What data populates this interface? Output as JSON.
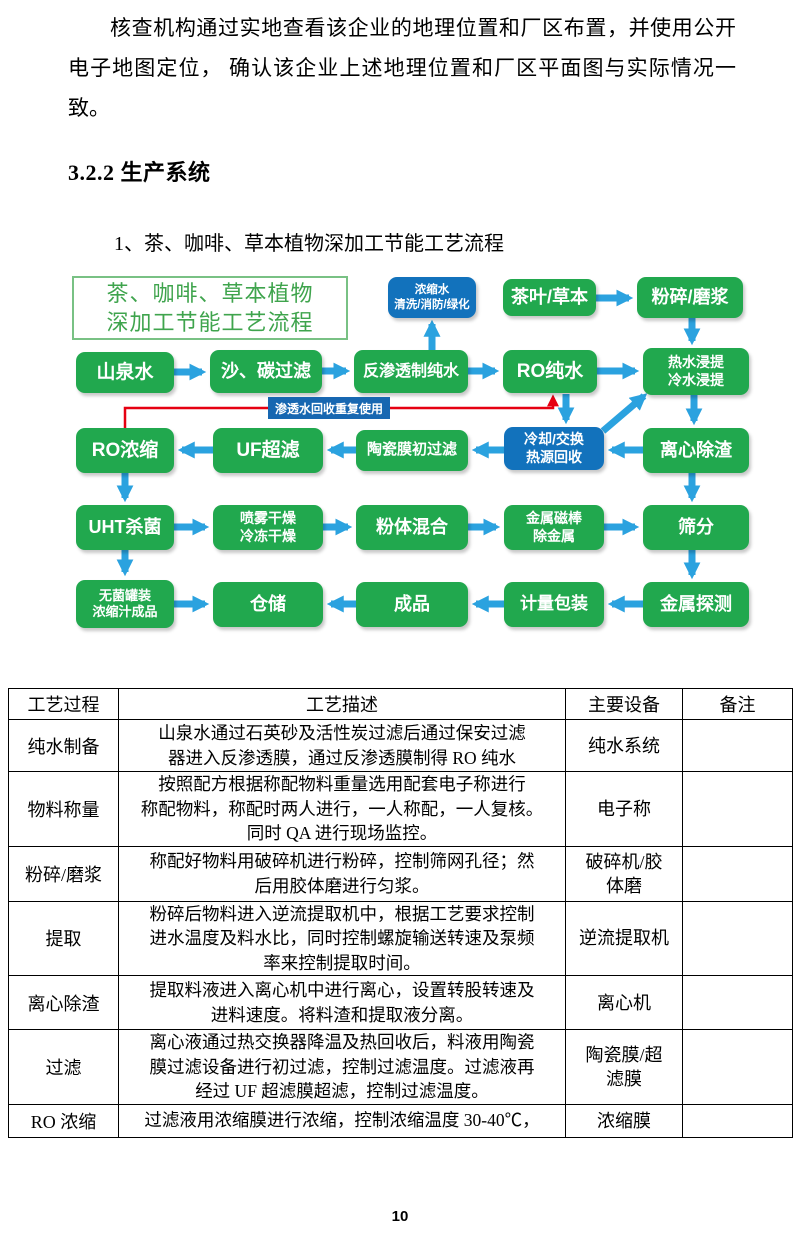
{
  "page": {
    "paragraph": "核查机构通过实地查看该企业的地理位置和厂区布置，并使用公开电子地图定位， 确认该企业上述地理位置和厂区平面图与实际情况一致。",
    "heading": "3.2.2  生产系统",
    "subheading": "1、茶、咖啡、草本植物深加工节能工艺流程",
    "page_number": "10"
  },
  "flowchart": {
    "colors": {
      "box_green": "#21A84E",
      "box_blue": "#1272BC",
      "arrow_blue": "#2BA2DF",
      "recycle_red": "#E60011",
      "title_green": "#3FA44D"
    },
    "recycle_label": "渗透水回收重复使用",
    "nodes": {
      "title": [
        "茶、咖啡、草本植物",
        "深加工节能工艺流程"
      ],
      "concentrate": [
        "浓缩水",
        "清洗/消防/绿化"
      ],
      "tea_herb": "茶叶/草本",
      "crush_top": "粉碎/磨浆",
      "spring": "山泉水",
      "sand_filter": "沙、碳过滤",
      "ro_make": "反渗透制纯水",
      "ro_pure": "RO纯水",
      "hot_extract": [
        "热水浸提",
        "冷水浸提"
      ],
      "ro_conc": "RO浓缩",
      "uf": "UF超滤",
      "ceramic": "陶瓷膜初过滤",
      "cooling": [
        "冷却/交换",
        "热源回收"
      ],
      "centrifuge": "离心除渣",
      "uht": "UHT杀菌",
      "spray_dry": [
        "喷雾干燥",
        "冷冻干燥"
      ],
      "powder_mix": "粉体混合",
      "magnet": [
        "金属磁棒",
        "除金属"
      ],
      "sieve": "筛分",
      "aseptic": [
        "无菌罐装",
        "浓缩汁成品"
      ],
      "storage": "仓储",
      "product": "成品",
      "pack": "计量包装",
      "metal_detect": "金属探测"
    }
  },
  "table": {
    "headers": [
      "工艺过程",
      "工艺描述",
      "主要设备",
      "备注"
    ],
    "rows": [
      {
        "process": "纯水制备",
        "description": [
          "山泉水通过石英砂及活性炭过滤后通过保安过滤",
          "器进入反渗透膜，通过反渗透膜制得 RO 纯水"
        ],
        "equipment": "纯水系统",
        "note": ""
      },
      {
        "process": "物料称量",
        "description": [
          "按照配方根据称配物料重量选用配套电子称进行",
          "称配物料，称配时两人进行，一人称配，一人复核。",
          "同时 QA 进行现场监控。"
        ],
        "equipment": "电子称",
        "note": ""
      },
      {
        "process": "粉碎/磨浆",
        "description": [
          "称配好物料用破碎机进行粉碎，控制筛网孔径；然",
          "后用胶体磨进行匀浆。"
        ],
        "equipment": [
          "破碎机/胶",
          "体磨"
        ],
        "note": ""
      },
      {
        "process": "提取",
        "description": [
          "粉碎后物料进入逆流提取机中，根据工艺要求控制",
          "进水温度及料水比，同时控制螺旋输送转速及泵频",
          "率来控制提取时间。"
        ],
        "equipment": "逆流提取机",
        "note": ""
      },
      {
        "process": "离心除渣",
        "description": [
          "提取料液进入离心机中进行离心，设置转股转速及",
          "进料速度。将料渣和提取液分离。"
        ],
        "equipment": "离心机",
        "note": ""
      },
      {
        "process": "过滤",
        "description": [
          "离心液通过热交换器降温及热回收后，料液用陶瓷",
          "膜过滤设备进行初过滤，控制过滤温度。过滤液再",
          "经过 UF 超滤膜超滤，控制过滤温度。"
        ],
        "equipment": [
          "陶瓷膜/超",
          "滤膜"
        ],
        "note": ""
      },
      {
        "process": "RO 浓缩",
        "description": [
          "过滤液用浓缩膜进行浓缩，控制浓缩温度 30-40℃，"
        ],
        "equipment": "浓缩膜",
        "note": ""
      }
    ]
  }
}
